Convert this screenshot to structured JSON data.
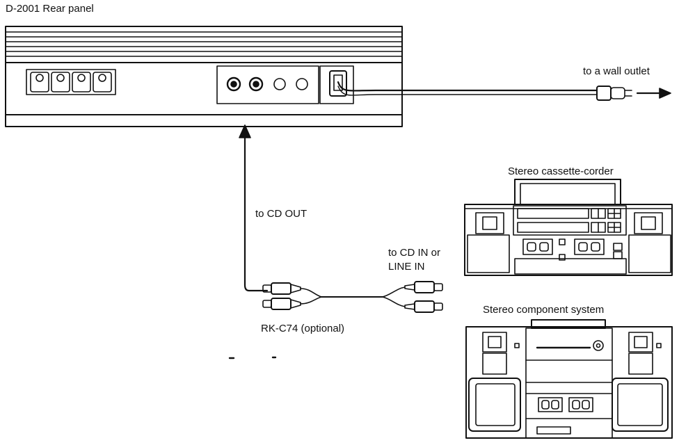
{
  "title": "D-2001 Rear panel",
  "labels": {
    "wall_outlet": "to a wall outlet",
    "cd_out": "to CD OUT",
    "cd_in_line1": "to CD IN or",
    "cd_in_line2": "LINE IN",
    "cable": "RK-C74 (optional)",
    "cassette": "Stereo cassette-corder",
    "component": "Stereo component system"
  }
}
